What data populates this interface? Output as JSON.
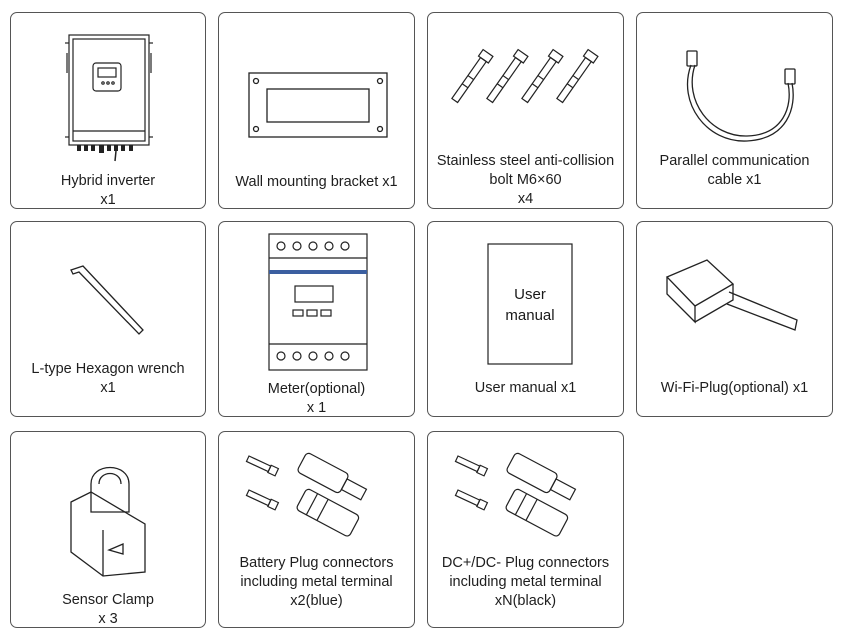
{
  "items": [
    {
      "lines": [
        "Hybrid inverter",
        "x1"
      ]
    },
    {
      "lines": [
        "Wall mounting bracket x1"
      ]
    },
    {
      "lines": [
        "Stainless steel anti-collision",
        "bolt M6×60",
        "x4"
      ]
    },
    {
      "lines": [
        "Parallel communication",
        "cable x1"
      ]
    },
    {
      "lines": [
        "L-type Hexagon wrench",
        "x1"
      ]
    },
    {
      "lines": [
        "Meter(optional)",
        "x 1"
      ]
    },
    {
      "lines": [
        "User manual x1"
      ],
      "cover": [
        "User",
        "manual"
      ]
    },
    {
      "lines": [
        "Wi-Fi-Plug(optional) x1"
      ]
    },
    {
      "lines": [
        "Sensor Clamp",
        "x 3"
      ]
    },
    {
      "lines": [
        "Battery Plug connectors",
        "including metal terminal",
        "x2(blue)"
      ]
    },
    {
      "lines": [
        "DC+/DC- Plug connectors",
        "including metal terminal",
        "xN(black)"
      ]
    }
  ]
}
